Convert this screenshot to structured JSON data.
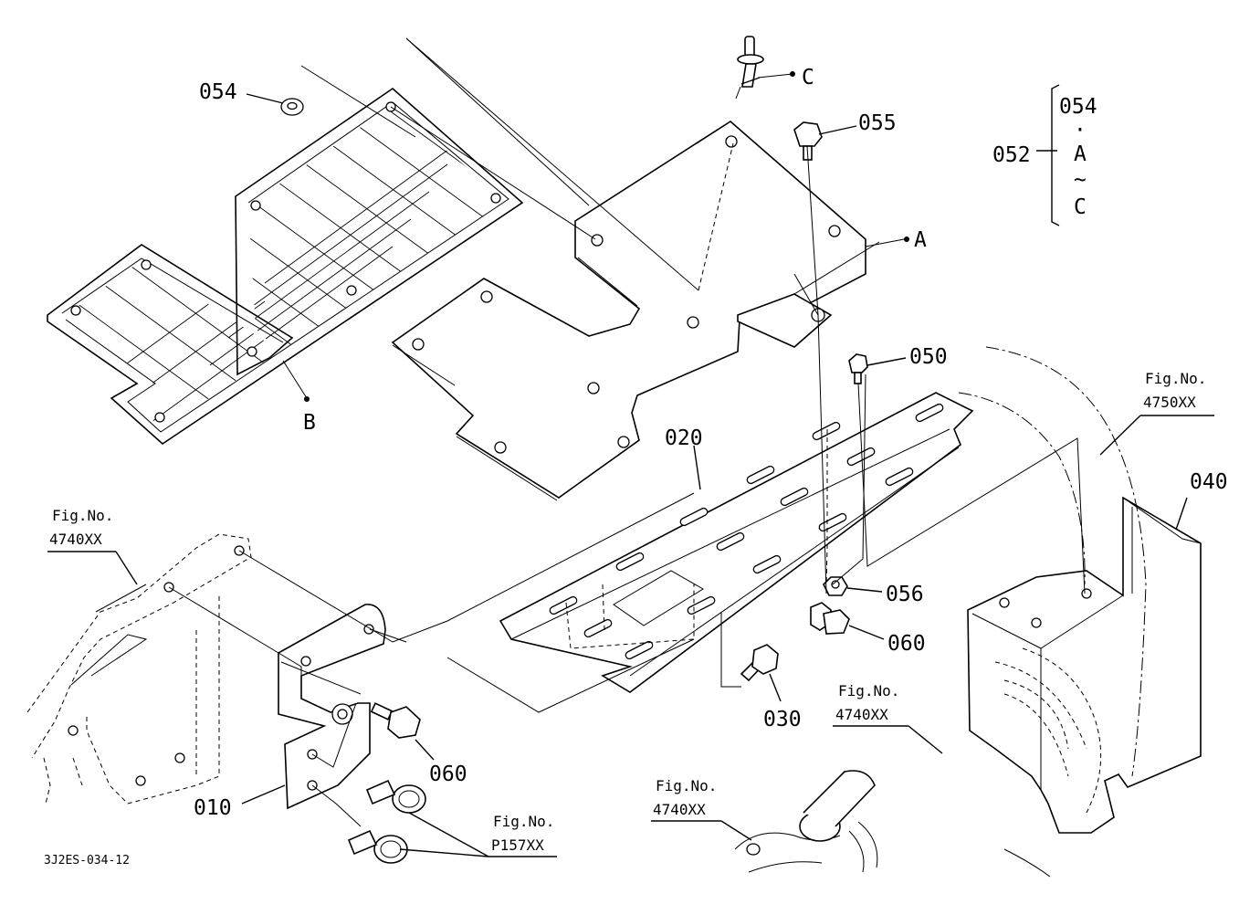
{
  "diagram": {
    "callouts": {
      "p054": "054",
      "p055": "055",
      "p052": "052",
      "p050": "050",
      "p020": "020",
      "p040": "040",
      "p056": "056",
      "p060a": "060",
      "p060b": "060",
      "p030": "030",
      "p010": "010",
      "ref_a": "A",
      "ref_b": "B",
      "ref_c": "C"
    },
    "kit_note": {
      "line1": "054",
      "line2": "·",
      "line3": "A",
      "line4": "~",
      "line5": "C"
    },
    "figure_refs": {
      "f4750": {
        "label": "Fig.No.",
        "number": "4750XX"
      },
      "f4740_left": {
        "label": "Fig.No.",
        "number": "4740XX"
      },
      "f4740_mid": {
        "label": "Fig.No.",
        "number": "4740XX"
      },
      "f4740_bottom": {
        "label": "Fig.No.",
        "number": "4740XX"
      },
      "fP157": {
        "label": "Fig.No.",
        "number": "P157XX"
      }
    },
    "drawing_code": "3J2ES-034-12"
  }
}
